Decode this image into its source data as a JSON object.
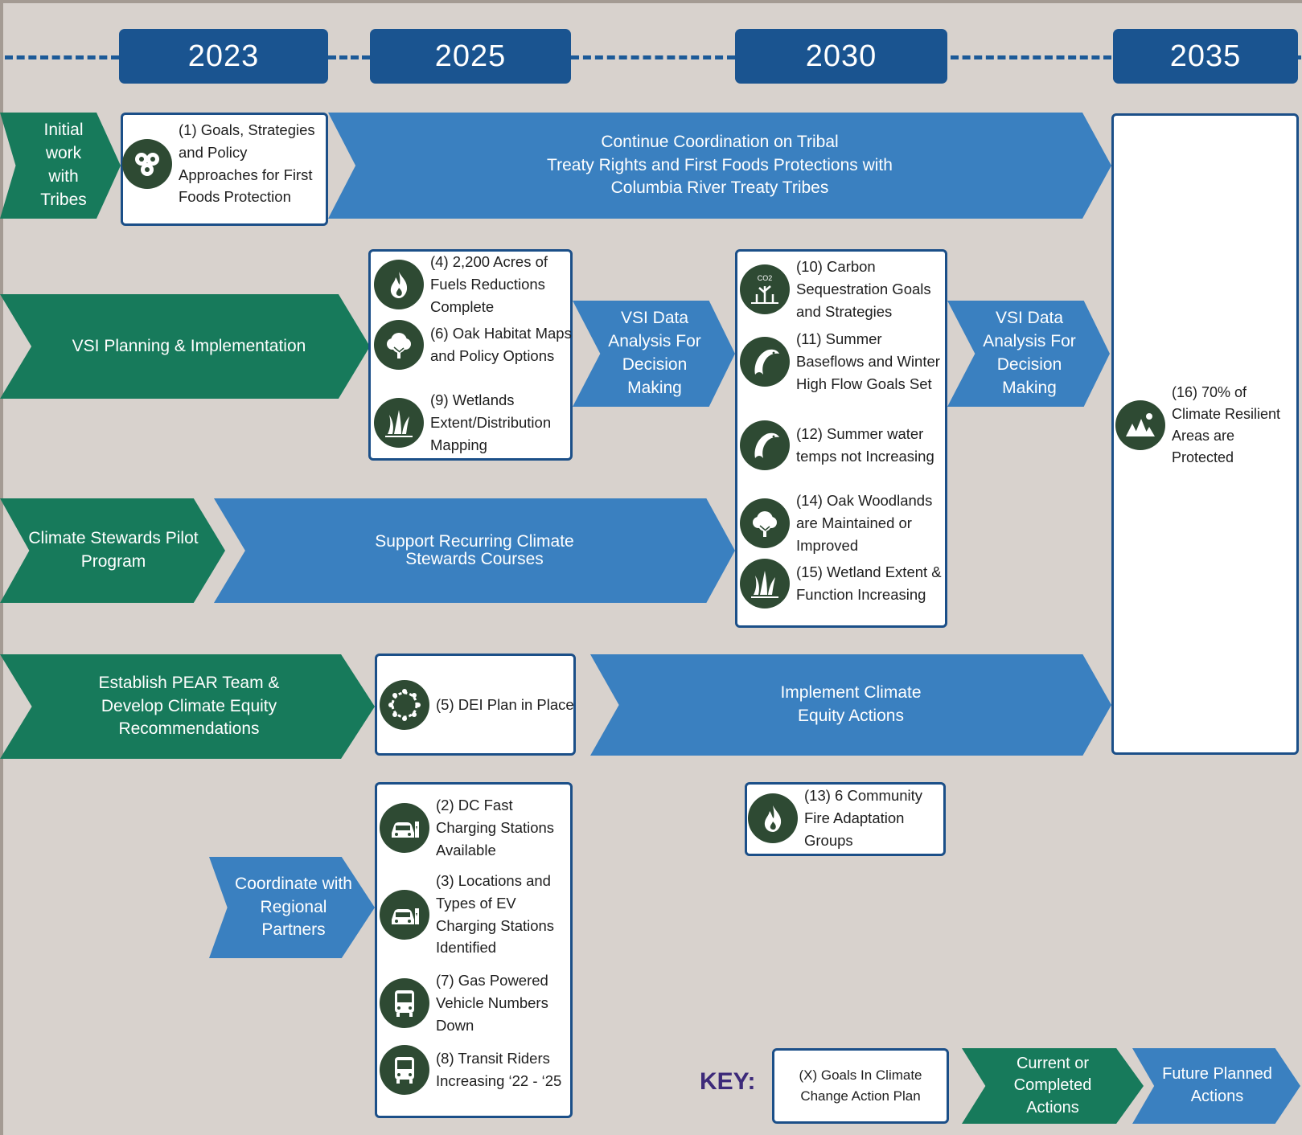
{
  "years": [
    "2023",
    "2025",
    "2030",
    "2035"
  ],
  "arrows": {
    "tribes_initial": "Initial work with Tribes",
    "tribes_continue_l1": "Continue Coordination on Tribal",
    "tribes_continue_l2": "Treaty Rights and First Foods Protections with",
    "tribes_continue_l3": "Columbia River Treaty Tribes",
    "vsi_planning": "VSI Planning & Implementation",
    "vsi_analysis_1": "VSI Data Analysis For Decision Making",
    "vsi_analysis_2": "VSI Data Analysis For Decision Making",
    "stewards_pilot": "Climate Stewards Pilot Program",
    "stewards_support_l1": "Support Recurring Climate",
    "stewards_support_l2": "Stewards Courses",
    "pear": "Establish PEAR Team & Develop Climate Equity Recommendations",
    "equity_implement_l1": "Implement Climate",
    "equity_implement_l2": "Equity Actions",
    "regional": "Coordinate with Regional Partners"
  },
  "goals": {
    "g1": "(1) Goals, Strategies and Policy Approaches for First Foods Protection",
    "g2": "(2) DC Fast Charging Stations Available",
    "g3": "(3) Locations and Types of EV Charging Stations Identified",
    "g4": "(4) 2,200 Acres of Fuels Reductions Complete",
    "g5": "(5) DEI Plan in Place",
    "g6": "(6) Oak Habitat Maps and Policy Options",
    "g7": "(7) Gas Powered Vehicle Numbers Down",
    "g8": "(8) Transit Riders Increasing ‘22 - ‘25",
    "g9": "(9) Wetlands Extent/Distribution Mapping",
    "g10": "(10) Carbon Sequestration Goals and Strategies",
    "g11": "(11) Summer Baseflows and Winter High Flow Goals Set",
    "g12": "(12) Summer water temps not Increasing",
    "g13": "(13) 6 Community Fire Adaptation Groups",
    "g14": "(14) Oak Woodlands are Maintained or Improved",
    "g15": "(15) Wetland Extent & Function Increasing",
    "g16": "(16) 70% of Climate Resilient Areas are Protected"
  },
  "key": {
    "label": "KEY:",
    "goals": "(X) Goals In Climate Change Action Plan",
    "current": "Current or Completed Actions",
    "future": "Future Planned Actions"
  },
  "colors": {
    "green": "#177a5b",
    "blue": "#3a80c0",
    "year_box": "#1a5490",
    "icon_bg": "#2e4a33",
    "background": "#d8d2cd"
  }
}
